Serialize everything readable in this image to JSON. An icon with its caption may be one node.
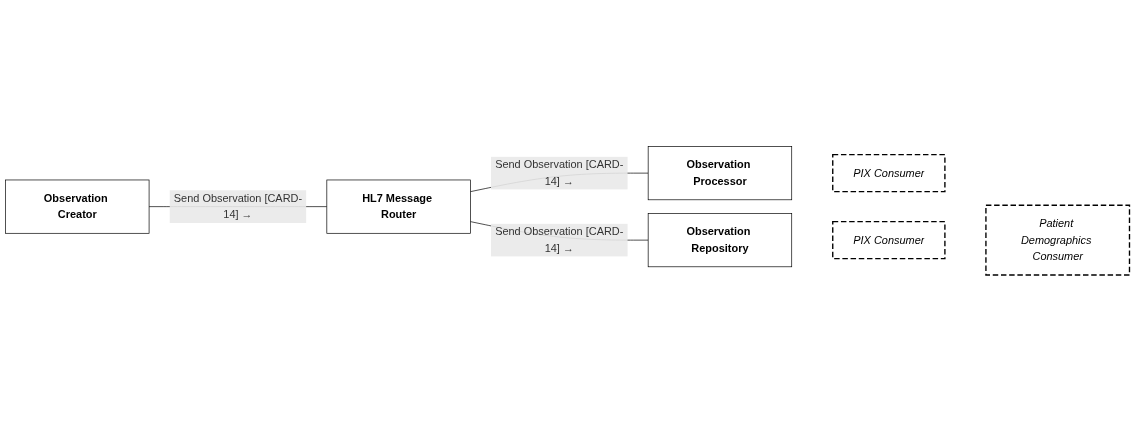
{
  "diagram": {
    "nodes": [
      {
        "text": [
          "Observation Creator"
        ]
      },
      {
        "text": [
          "HL7 Message Router"
        ]
      },
      {
        "text": [
          "PIX Consumer"
        ]
      },
      {
        "text": [
          "Observation Processor"
        ]
      },
      {
        "text": [
          "Observation Repository"
        ]
      },
      {
        "text": [
          "PIX Consumer"
        ]
      },
      {
        "text": [
          "Patient Demographics Consumer"
        ]
      }
    ],
    "edges": [
      {
        "from": 0,
        "to": 1,
        "arrow": "none",
        "label": "Send Observation [CARD-14] →"
      },
      {
        "from": 1,
        "to": 3,
        "arrow": "none",
        "label": "Send Observation [CARD-14] →"
      },
      {
        "from": 1,
        "to": 4,
        "arrow": "none",
        "label": "Send Observation [CARD-14] →"
      }
    ]
  }
}
